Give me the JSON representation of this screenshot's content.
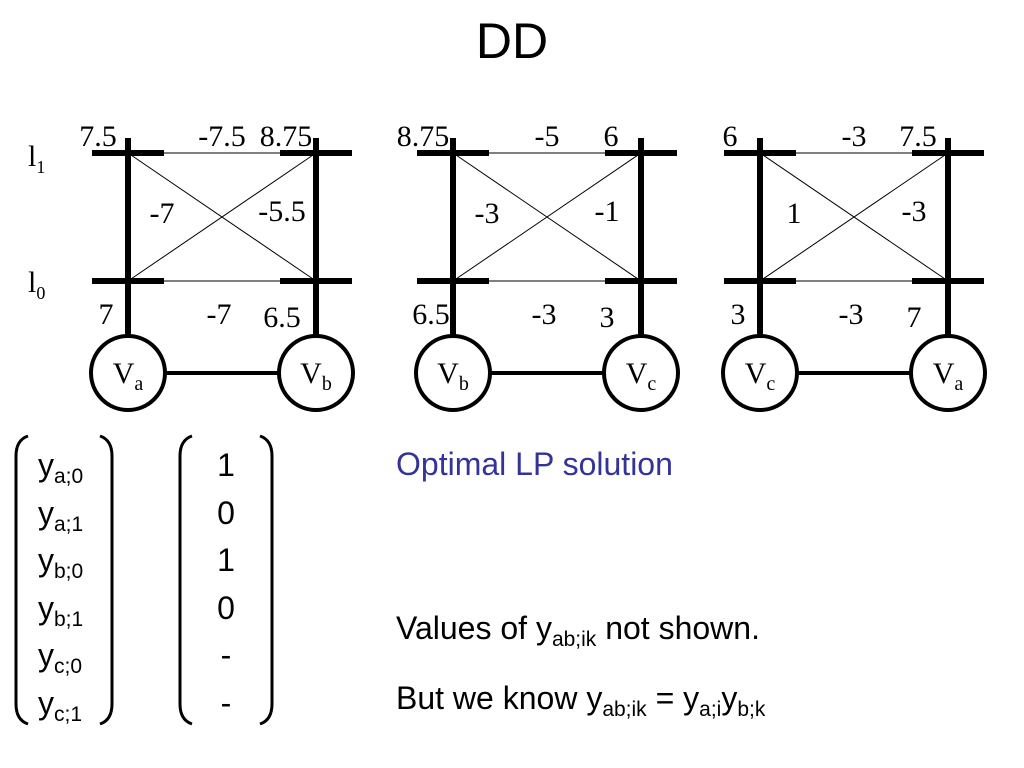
{
  "title": "DD",
  "level_labels": {
    "l1": {
      "base": "l",
      "sub": "1"
    },
    "l0": {
      "base": "l",
      "sub": "0"
    }
  },
  "panels": [
    {
      "left_node": {
        "base": "V",
        "sub": "a"
      },
      "right_node": {
        "base": "V",
        "sub": "b"
      },
      "left_l1": "7.5",
      "top_edge": "-7.5",
      "right_l1": "8.75",
      "diag_left": "-7",
      "diag_right": "-5.5",
      "left_l0": "7",
      "bottom_edge": "-7",
      "right_l0": "6.5"
    },
    {
      "left_node": {
        "base": "V",
        "sub": "b"
      },
      "right_node": {
        "base": "V",
        "sub": "c"
      },
      "left_l1": "8.75",
      "top_edge": "-5",
      "right_l1": "6",
      "diag_left": "-3",
      "diag_right": "-1",
      "left_l0": "6.5",
      "bottom_edge": "-3",
      "right_l0": "3"
    },
    {
      "left_node": {
        "base": "V",
        "sub": "c"
      },
      "right_node": {
        "base": "V",
        "sub": "a"
      },
      "left_l1": "6",
      "top_edge": "-3",
      "right_l1": "7.5",
      "diag_left": "1",
      "diag_right": "-3",
      "left_l0": "3",
      "bottom_edge": "-3",
      "right_l0": "7"
    }
  ],
  "variables": [
    {
      "base": "y",
      "sub": "a;0"
    },
    {
      "base": "y",
      "sub": "a;1"
    },
    {
      "base": "y",
      "sub": "b;0"
    },
    {
      "base": "y",
      "sub": "b;1"
    },
    {
      "base": "y",
      "sub": "c;0"
    },
    {
      "base": "y",
      "sub": "c;1"
    }
  ],
  "values": [
    "1",
    "0",
    "1",
    "0",
    "-",
    "-"
  ],
  "lp_heading": "Optimal LP solution",
  "note1": {
    "pre": "Values of y",
    "sub": "ab;ik",
    "post": " not shown."
  },
  "note2": {
    "pre": "But we know y",
    "sub1": "ab;ik",
    "mid": " = y",
    "sub2": "a;i",
    "mid2": "y",
    "sub3": "b;k"
  }
}
